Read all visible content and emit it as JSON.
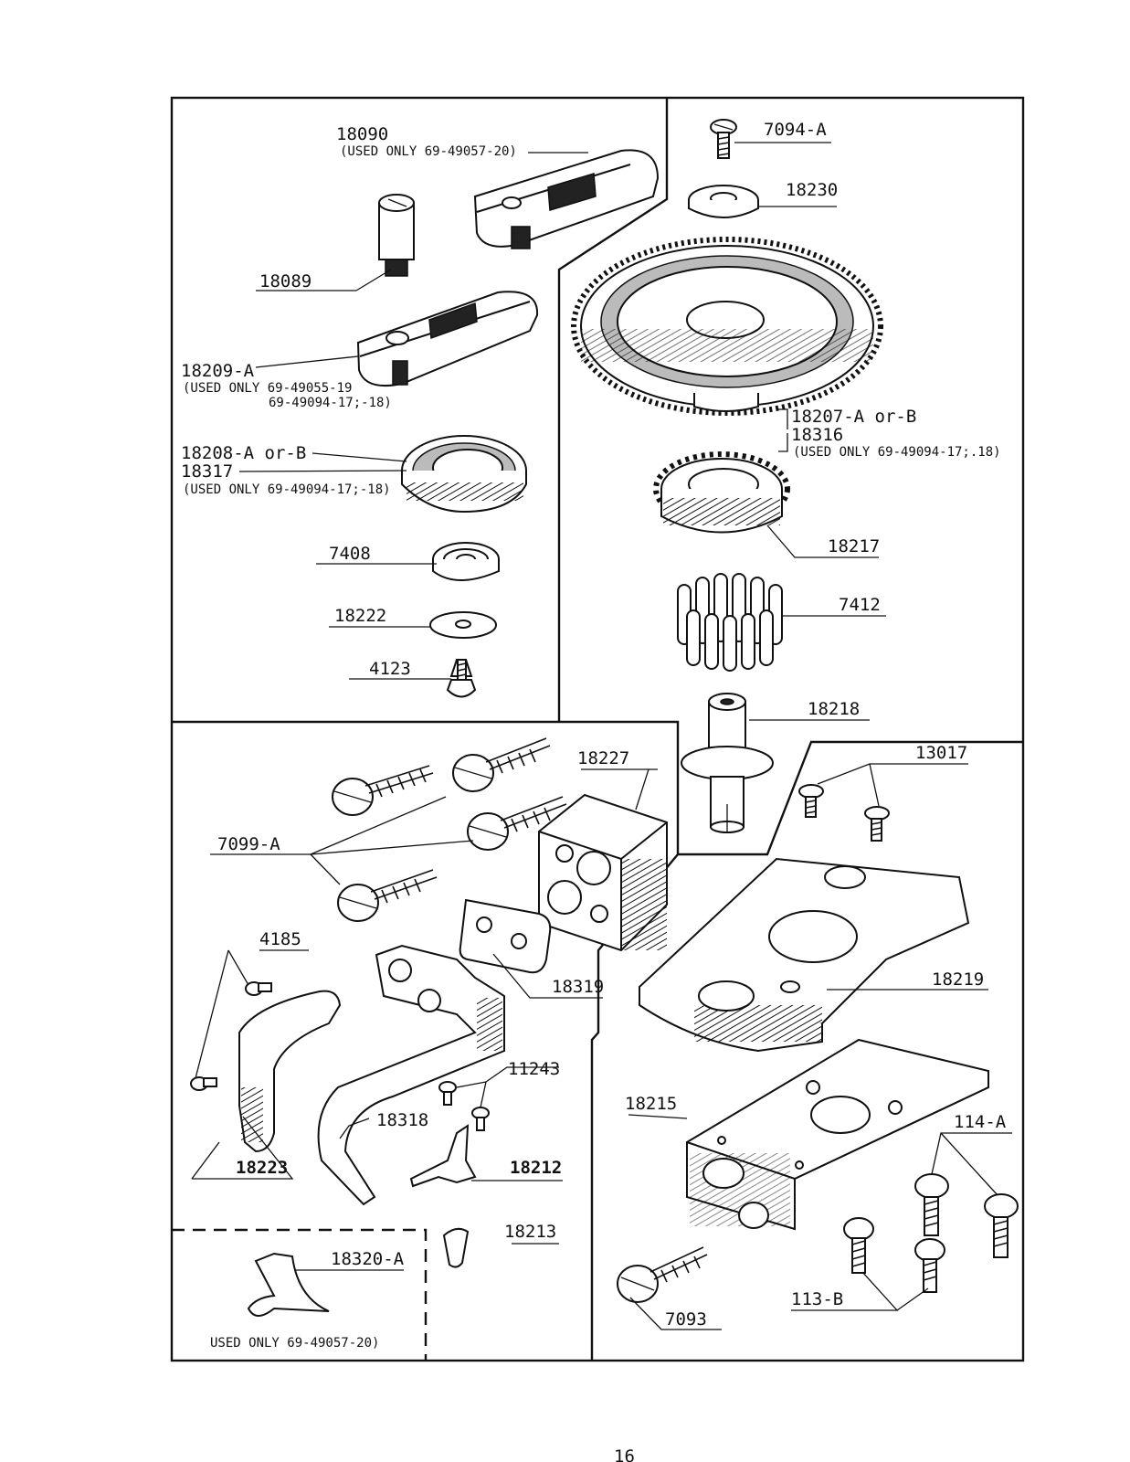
{
  "labels": {
    "p18090": "18090",
    "p18090_note": "(USED ONLY 69-49057-20)",
    "p18089": "18089",
    "p18209a": "18209-A",
    "p18209a_note1": "(USED ONLY 69-49055-19",
    "p18209a_note2": "69-49094-17;-18)",
    "p18208": "18208-A or-B",
    "p18317": "18317",
    "p18317_note": "(USED ONLY 69-49094-17;-18)",
    "p7408": "7408",
    "p18222": "18222",
    "p4123": "4123",
    "p7094a": "7094-A",
    "p18230": "18230",
    "p18207": "18207-A or-B",
    "p18316": "18316",
    "p18316_note": "(USED ONLY 69-49094-17;.18)",
    "p18217": "18217",
    "p7412": "7412",
    "p18218": "18218",
    "p18227": "18227",
    "p13017": "13017",
    "p7099a": "7099-A",
    "p4185": "4185",
    "p18319": "18319",
    "p18219": "18219",
    "p11243": "11243",
    "p18318": "18318",
    "p18215": "18215",
    "p114a": "114-A",
    "p18223": "18223",
    "p18212": "18212",
    "p18213": "18213",
    "p18320a": "18320-A",
    "p18320a_note": "USED ONLY 69-49057-20)",
    "p7093": "7093",
    "p113b": "113-B",
    "page_number": "16"
  }
}
